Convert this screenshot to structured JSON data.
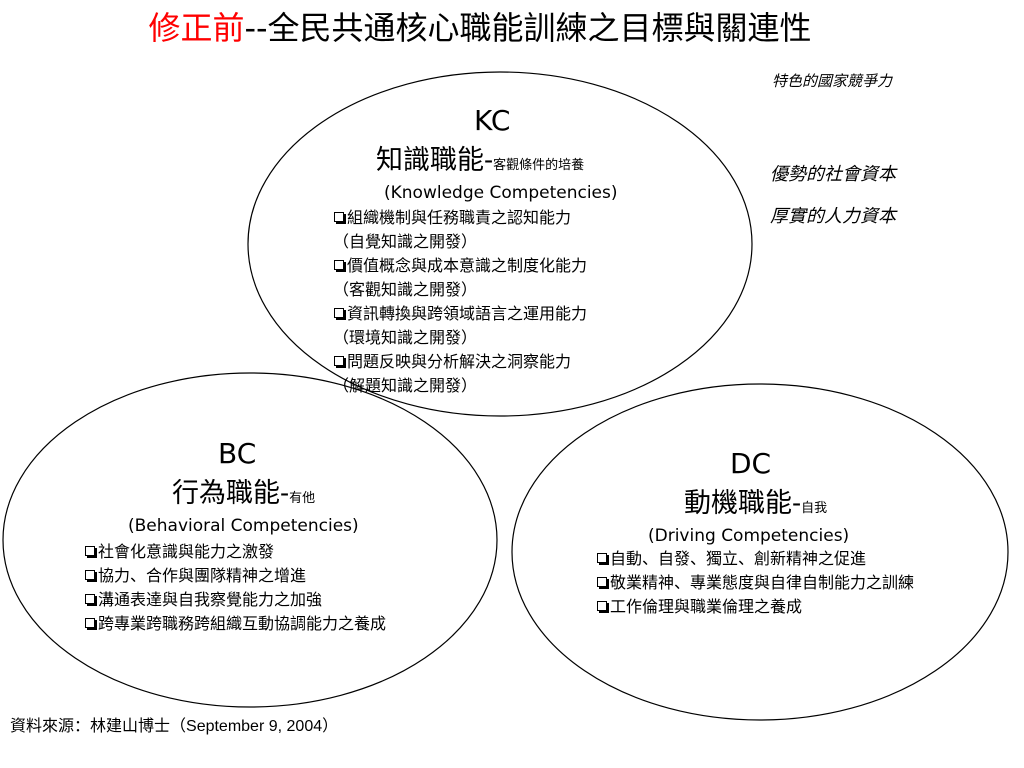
{
  "title": {
    "prefix": "修正前",
    "separator": "--",
    "main": "全民共通核心職能訓練之目標與關連性"
  },
  "side_notes": {
    "top": "特色的國家競爭力",
    "middle": "優勢的社會資本",
    "bottom": "厚實的人力資本"
  },
  "circles": {
    "kc": {
      "abbr": "KC",
      "name": "知識職能",
      "dash": "-",
      "sub": "客觀條件的培養",
      "english": "(Knowledge Competencies)",
      "items": [
        "組織機制與任務職責之認知能力",
        "（自覺知識之開發）",
        "價值概念與成本意識之制度化能力",
        "（客觀知識之開發）",
        "資訊轉換與跨領域語言之運用能力",
        "（環境知識之開發）",
        "問題反映與分析解決之洞察能力",
        "（解題知識之開發）"
      ]
    },
    "bc": {
      "abbr": "BC",
      "name": "行為職能",
      "dash": "-",
      "sub": "有他",
      "english": "(Behavioral Competencies)",
      "items": [
        "社會化意識與能力之激發",
        "協力、合作與團隊精神之增進",
        "溝通表達與自我察覺能力之加強",
        "跨專業跨職務跨組織互動協調能力之養成"
      ]
    },
    "dc": {
      "abbr": "DC",
      "name": "動機職能",
      "dash": "-",
      "sub": "自我",
      "english": "(Driving Competencies)",
      "items": [
        "自動、自發、獨立、創新精神之促進",
        "敬業精神、專業態度與自律自制能力之訓練",
        "工作倫理與職業倫理之養成"
      ]
    }
  },
  "footer": {
    "label": "資料來源：林建山博士（",
    "date": "September 9, 2004",
    "close": "）"
  }
}
